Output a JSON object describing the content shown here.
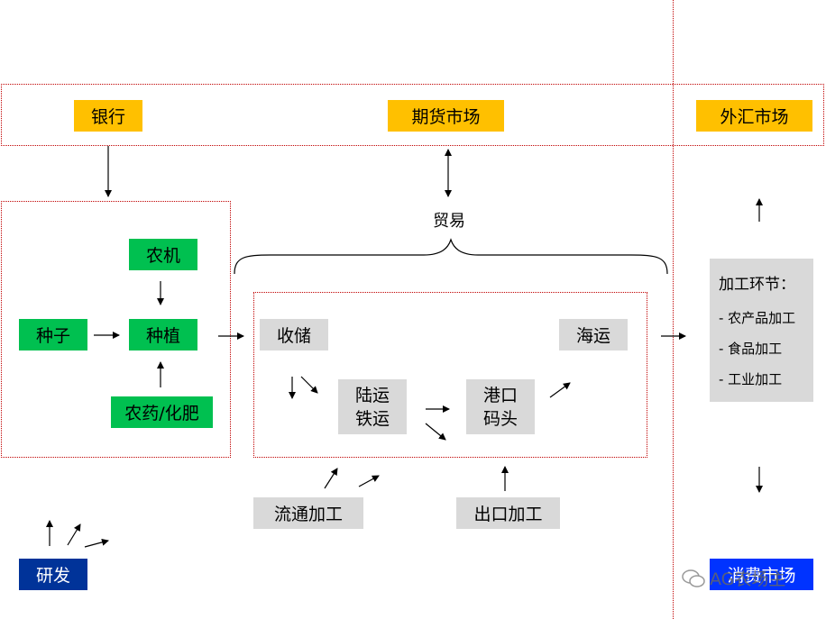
{
  "top": {
    "bank": "银行",
    "futures": "期货市场",
    "forex": "外汇市场"
  },
  "trade": {
    "label": "贸易"
  },
  "farm": {
    "seed": "种子",
    "machinery": "农机",
    "planting": "种植",
    "pesticide": "农药/化肥"
  },
  "logistics": {
    "storage": "收储",
    "land": [
      "陆运",
      "铁运"
    ],
    "port": [
      "港口",
      "码头"
    ],
    "shipping": "海运"
  },
  "processing": {
    "distribution": "流通加工",
    "export": "出口加工"
  },
  "rnd": {
    "label": "研发"
  },
  "panel": {
    "title": "加工环节：",
    "items": [
      "- 农产品加工",
      "- 食品加工",
      "- 工业加工"
    ]
  },
  "consumer": {
    "label": "消费市场"
  },
  "watermark": {
    "text": "AG农场主",
    "icon": "wechat-icon"
  },
  "colors": {
    "yellow": "#ffc000",
    "green": "#00c050",
    "grey": "#d9d9d9",
    "navy": "#003399",
    "blue": "#0033ff",
    "dotted_border": "#c00000"
  }
}
